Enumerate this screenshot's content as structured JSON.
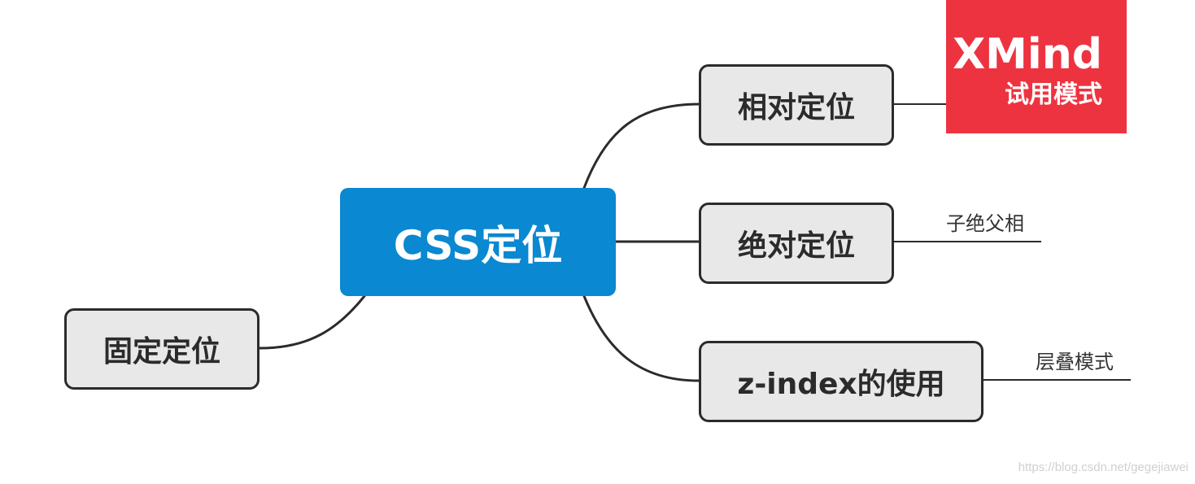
{
  "central_topic": "CSS定位",
  "branches": {
    "relative": "相对定位",
    "absolute": "绝对定位",
    "zindex": "z-index的使用",
    "fixed": "固定定位"
  },
  "notes": {
    "absolute": "子绝父相",
    "zindex": "层叠模式"
  },
  "badge": {
    "title": "XMind",
    "subtitle": "试用模式"
  },
  "url_watermark": "https://blog.csdn.net/gegejiawei",
  "colors": {
    "central_fill": "#0a88d1",
    "branch_fill": "#e8e8e8",
    "stroke": "#2b2b2b",
    "badge_fill": "#ee3340"
  }
}
